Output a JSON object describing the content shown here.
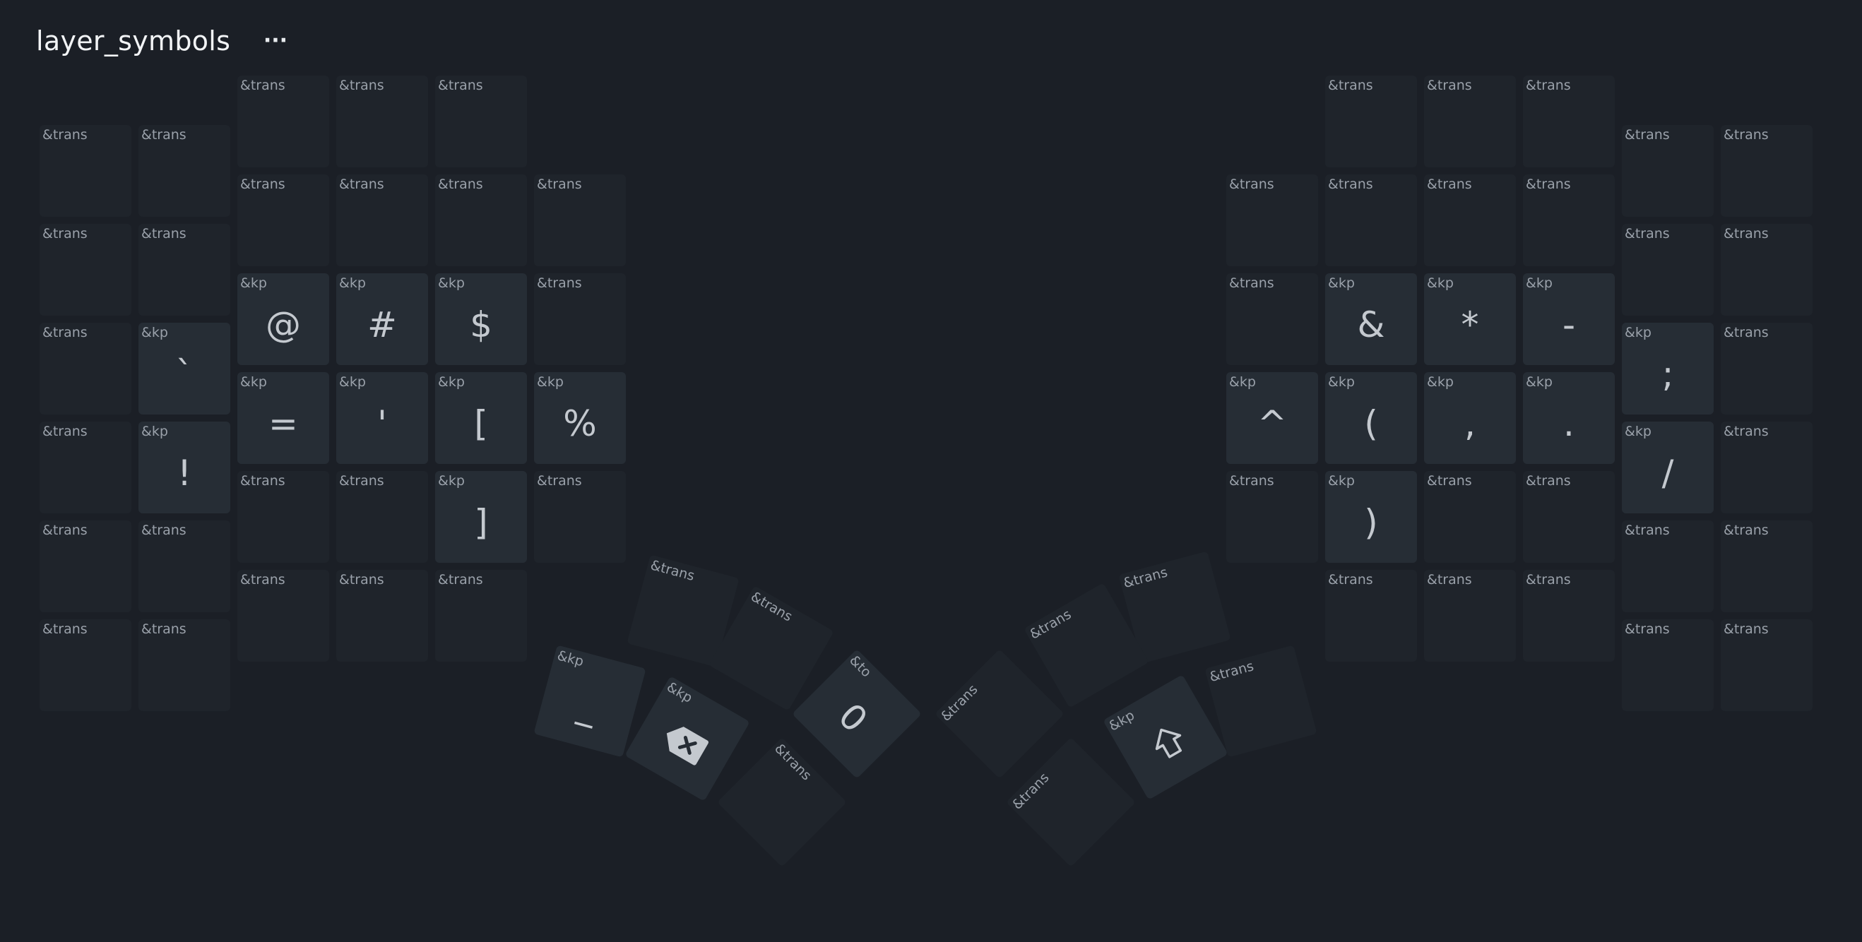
{
  "layer": {
    "title": "layer_symbols",
    "menu_label": "···"
  },
  "keys": [
    {
      "id": "L0",
      "binding": "&trans",
      "legend": ""
    },
    {
      "id": "L1",
      "binding": "&trans",
      "legend": ""
    },
    {
      "id": "L2",
      "binding": "&trans",
      "legend": ""
    },
    {
      "id": "L3",
      "binding": "&trans",
      "legend": ""
    },
    {
      "id": "L4",
      "binding": "&trans",
      "legend": ""
    },
    {
      "id": "L5",
      "binding": "&trans",
      "legend": ""
    },
    {
      "id": "L6",
      "binding": "&trans",
      "legend": ""
    },
    {
      "id": "L7",
      "binding": "&trans",
      "legend": ""
    },
    {
      "id": "L8",
      "binding": "&trans",
      "legend": ""
    },
    {
      "id": "L9",
      "binding": "&trans",
      "legend": ""
    },
    {
      "id": "L10",
      "binding": "&trans",
      "legend": ""
    },
    {
      "id": "L11",
      "binding": "&trans",
      "legend": ""
    },
    {
      "id": "L12",
      "binding": "&trans",
      "legend": ""
    },
    {
      "id": "L13",
      "binding": "&kp",
      "legend": "@"
    },
    {
      "id": "L14",
      "binding": "&kp",
      "legend": "#"
    },
    {
      "id": "L15",
      "binding": "&kp",
      "legend": "$"
    },
    {
      "id": "L16",
      "binding": "&trans",
      "legend": ""
    },
    {
      "id": "L17",
      "binding": "&trans",
      "legend": ""
    },
    {
      "id": "L18",
      "binding": "&kp",
      "legend": "`"
    },
    {
      "id": "L19",
      "binding": "&kp",
      "legend": "="
    },
    {
      "id": "L20",
      "binding": "&kp",
      "legend": "'"
    },
    {
      "id": "L21",
      "binding": "&kp",
      "legend": "["
    },
    {
      "id": "L22",
      "binding": "&kp",
      "legend": "%"
    },
    {
      "id": "L23",
      "binding": "&trans",
      "legend": ""
    },
    {
      "id": "L24",
      "binding": "&kp",
      "legend": "!"
    },
    {
      "id": "L25",
      "binding": "&trans",
      "legend": ""
    },
    {
      "id": "L26",
      "binding": "&trans",
      "legend": ""
    },
    {
      "id": "L27",
      "binding": "&kp",
      "legend": "]"
    },
    {
      "id": "L28",
      "binding": "&trans",
      "legend": ""
    },
    {
      "id": "L29",
      "binding": "&trans",
      "legend": ""
    },
    {
      "id": "L30",
      "binding": "&trans",
      "legend": ""
    },
    {
      "id": "L31",
      "binding": "&trans",
      "legend": ""
    },
    {
      "id": "L32",
      "binding": "&trans",
      "legend": ""
    },
    {
      "id": "L33",
      "binding": "&trans",
      "legend": ""
    },
    {
      "id": "L34",
      "binding": "&trans",
      "legend": ""
    },
    {
      "id": "L35",
      "binding": "&trans",
      "legend": ""
    },
    {
      "id": "R0",
      "binding": "&trans",
      "legend": ""
    },
    {
      "id": "R1",
      "binding": "&trans",
      "legend": ""
    },
    {
      "id": "R2",
      "binding": "&trans",
      "legend": ""
    },
    {
      "id": "R3",
      "binding": "&trans",
      "legend": ""
    },
    {
      "id": "R4",
      "binding": "&trans",
      "legend": ""
    },
    {
      "id": "R5",
      "binding": "&trans",
      "legend": ""
    },
    {
      "id": "R6",
      "binding": "&trans",
      "legend": ""
    },
    {
      "id": "R7",
      "binding": "&trans",
      "legend": ""
    },
    {
      "id": "R8",
      "binding": "&trans",
      "legend": ""
    },
    {
      "id": "R9",
      "binding": "&trans",
      "legend": ""
    },
    {
      "id": "R10",
      "binding": "&trans",
      "legend": ""
    },
    {
      "id": "R11",
      "binding": "&trans",
      "legend": ""
    },
    {
      "id": "R12",
      "binding": "&trans",
      "legend": ""
    },
    {
      "id": "R13",
      "binding": "&kp",
      "legend": "&"
    },
    {
      "id": "R14",
      "binding": "&kp",
      "legend": "*"
    },
    {
      "id": "R15",
      "binding": "&kp",
      "legend": "-"
    },
    {
      "id": "R16",
      "binding": "&kp",
      "legend": ";"
    },
    {
      "id": "R17",
      "binding": "&trans",
      "legend": ""
    },
    {
      "id": "R18",
      "binding": "&kp",
      "legend": "^"
    },
    {
      "id": "R19",
      "binding": "&kp",
      "legend": "("
    },
    {
      "id": "R20",
      "binding": "&kp",
      "legend": ","
    },
    {
      "id": "R21",
      "binding": "&kp",
      "legend": "."
    },
    {
      "id": "R22",
      "binding": "&kp",
      "legend": "/"
    },
    {
      "id": "R23",
      "binding": "&trans",
      "legend": ""
    },
    {
      "id": "R24",
      "binding": "&trans",
      "legend": ""
    },
    {
      "id": "R25",
      "binding": "&kp",
      "legend": ")"
    },
    {
      "id": "R26",
      "binding": "&trans",
      "legend": ""
    },
    {
      "id": "R27",
      "binding": "&trans",
      "legend": ""
    },
    {
      "id": "R28",
      "binding": "&trans",
      "legend": ""
    },
    {
      "id": "R29",
      "binding": "&trans",
      "legend": ""
    },
    {
      "id": "R30",
      "binding": "&trans",
      "legend": ""
    },
    {
      "id": "R31",
      "binding": "&trans",
      "legend": ""
    },
    {
      "id": "R32",
      "binding": "&trans",
      "legend": ""
    },
    {
      "id": "R33",
      "binding": "&trans",
      "legend": ""
    },
    {
      "id": "R34",
      "binding": "&trans",
      "legend": ""
    },
    {
      "id": "R35",
      "binding": "&trans",
      "legend": ""
    },
    {
      "id": "TL0",
      "binding": "&trans",
      "legend": ""
    },
    {
      "id": "TL1",
      "binding": "&trans",
      "legend": ""
    },
    {
      "id": "TL2",
      "binding": "&kp",
      "legend": "_"
    },
    {
      "id": "TL3",
      "binding": "&kp",
      "legend": "",
      "icon": "backspace-icon"
    },
    {
      "id": "TL4",
      "binding": "&to",
      "legend": "0"
    },
    {
      "id": "TL5",
      "binding": "&trans",
      "legend": ""
    },
    {
      "id": "TR0",
      "binding": "&trans",
      "legend": ""
    },
    {
      "id": "TR1",
      "binding": "&trans",
      "legend": ""
    },
    {
      "id": "TR2",
      "binding": "&trans",
      "legend": ""
    },
    {
      "id": "TR3",
      "binding": "&kp",
      "legend": "",
      "icon": "shift-icon"
    },
    {
      "id": "TR4",
      "binding": "&trans",
      "legend": ""
    },
    {
      "id": "TR5",
      "binding": "&trans",
      "legend": ""
    }
  ]
}
